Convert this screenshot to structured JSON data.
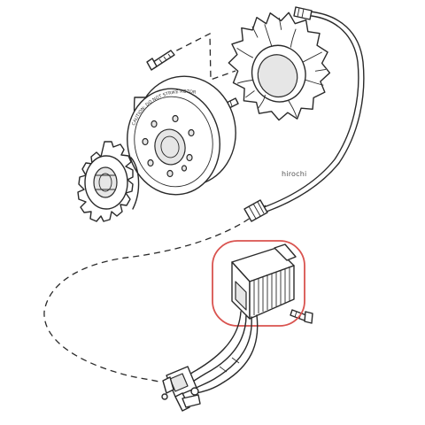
{
  "diagram": {
    "watermark": "hirochi",
    "flywheel_marking": "CAUTION: DO NOT STRIKE ROTOR",
    "highlight_color": "#d9534f",
    "parts": [
      {
        "name": "stator-assembly",
        "icon": "stator-icon"
      },
      {
        "name": "rotor-flywheel",
        "icon": "rotor-icon"
      },
      {
        "name": "sprocket",
        "icon": "sprocket-icon"
      },
      {
        "name": "voltage-regulator",
        "icon": "regulator-icon"
      },
      {
        "name": "mounting-bolts",
        "icon": "bolt-icon"
      },
      {
        "name": "wiring-harness",
        "icon": "wire-icon"
      }
    ]
  }
}
